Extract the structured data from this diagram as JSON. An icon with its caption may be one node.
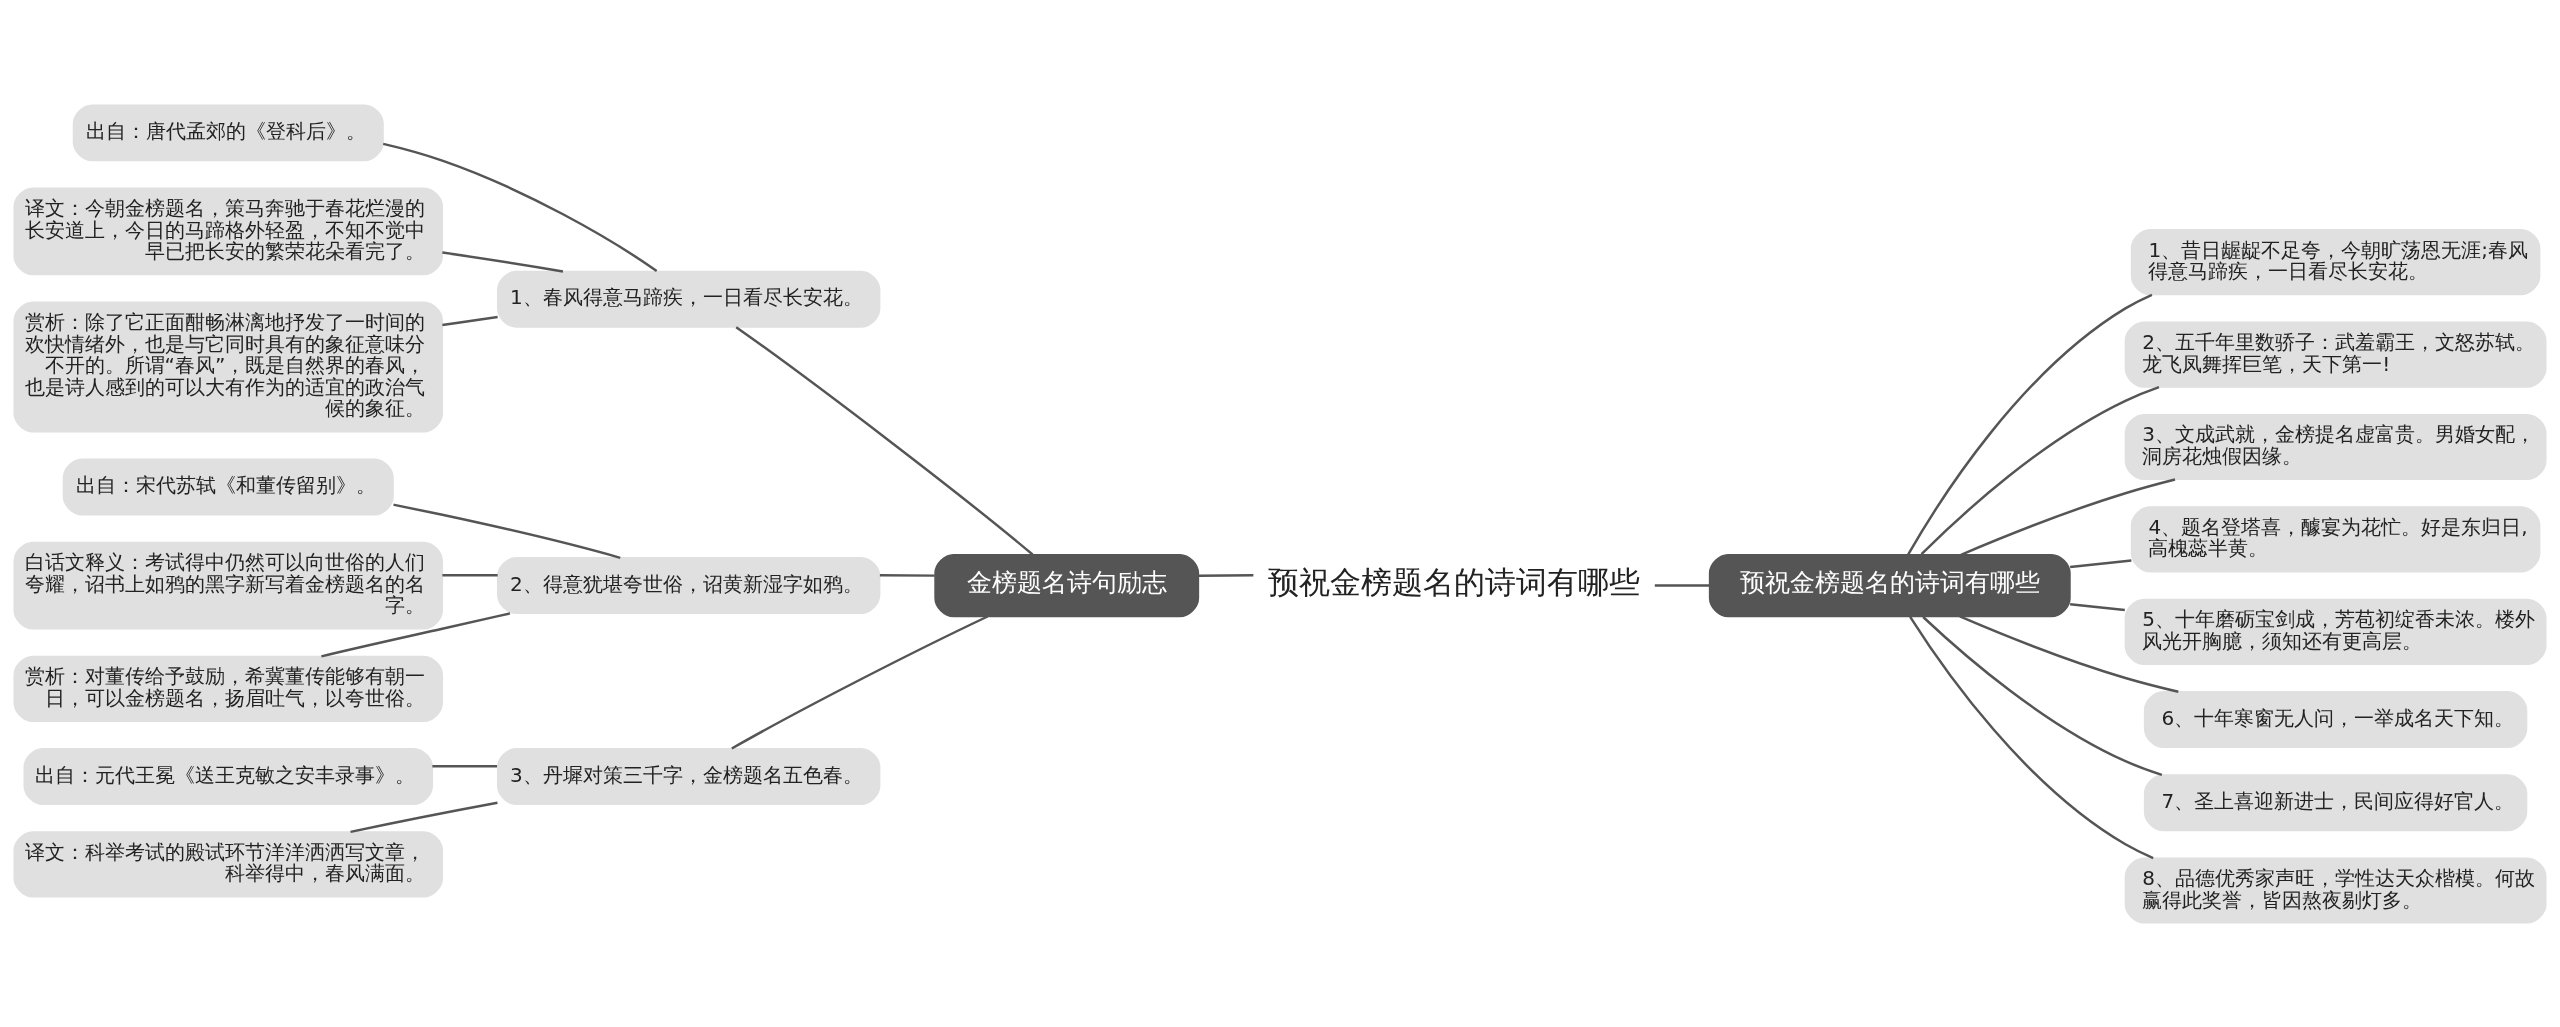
{
  "diagram": {
    "nodes": [
      {
        "text": [
          "预祝金榜题名的诗词有哪些"
        ]
      },
      {
        "text": [
          "金榜题名诗句励志"
        ]
      },
      {
        "text": [
          "1、春风得意马蹄疾，一日看尽长安花。"
        ]
      },
      {
        "text": [
          "出自：唐代孟郊的《登科后》。"
        ]
      },
      {
        "text": [
          "译文：今朝金榜题名，策马奔驰于春花烂漫的长安道上，今日的马蹄格外轻盈，不知不觉中早已把长安的繁荣花朵看完了。"
        ]
      },
      {
        "text": [
          "赏析：除了它正面酣畅淋漓地抒发了一时间的欢快情绪外，也是与它同时具有的象征意味分不开的。所谓“春风”，既是自然界的春风，也是诗人感到的可以大有作为的适宜的政治气候的象征。"
        ]
      },
      {
        "text": [
          "2、得意犹堪夸世俗，诏黄新湿字如鸦。"
        ]
      },
      {
        "text": [
          "出自：宋代苏轼《和董传留别》。"
        ]
      },
      {
        "text": [
          "白话文释义：考试得中仍然可以向世俗的人们夸耀，诏书上如鸦的黑字新写着金榜题名的名字。"
        ]
      },
      {
        "text": [
          "赏析：对董传给予鼓励，希冀董传能够有朝一日，可以金榜题名，扬眉吐气，以夸世俗。"
        ]
      },
      {
        "text": [
          "3、丹墀对策三千字，金榜题名五色春。"
        ]
      },
      {
        "text": [
          "出自：元代王冕《送王克敏之安丰录事》。"
        ]
      },
      {
        "text": [
          "译文：科举考试的殿试环节洋洋洒洒写文章，科举得中，春风满面。"
        ]
      },
      {
        "text": [
          "预祝金榜题名的诗词有哪些"
        ]
      },
      {
        "text": [
          "1、昔日龌龊不足夸，今朝旷荡恩无涯;春风得意马蹄疾，一日看尽长安花。"
        ]
      },
      {
        "text": [
          "2、五千年里数骄子：武羞霸王，文怒苏轼。龙飞凤舞挥巨笔，天下第一!"
        ]
      },
      {
        "text": [
          "3、文成武就，金榜提名虚富贵。男婚女配，洞房花烛假因缘。"
        ]
      },
      {
        "text": [
          "4、题名登塔喜，醵宴为花忙。好是东归日,高槐蕊半黄。"
        ]
      },
      {
        "text": [
          "5、十年磨砺宝剑成，芳苞初绽香未浓。楼外风光开胸臆，须知还有更高层。"
        ]
      },
      {
        "text": [
          "6、十年寒窗无人问，一举成名天下知。"
        ]
      },
      {
        "text": [
          "7、圣上喜迎新进士，民间应得好官人。"
        ]
      },
      {
        "text": [
          "8、品德优秀家声旺，学性达天众楷模。何故赢得此奖誉，皆因熬夜剔灯多。"
        ]
      }
    ],
    "edges": [
      {
        "from": 0,
        "to": 1,
        "arrow": "none"
      },
      {
        "from": 1,
        "to": 2,
        "arrow": "none"
      },
      {
        "from": 2,
        "to": 3,
        "arrow": "none"
      },
      {
        "from": 2,
        "to": 4,
        "arrow": "none"
      },
      {
        "from": 2,
        "to": 5,
        "arrow": "none"
      },
      {
        "from": 1,
        "to": 6,
        "arrow": "none"
      },
      {
        "from": 6,
        "to": 7,
        "arrow": "none"
      },
      {
        "from": 6,
        "to": 8,
        "arrow": "none"
      },
      {
        "from": 6,
        "to": 9,
        "arrow": "none"
      },
      {
        "from": 1,
        "to": 10,
        "arrow": "none"
      },
      {
        "from": 10,
        "to": 11,
        "arrow": "none"
      },
      {
        "from": 10,
        "to": 12,
        "arrow": "none"
      },
      {
        "from": 0,
        "to": 13,
        "arrow": "none"
      },
      {
        "from": 13,
        "to": 14,
        "arrow": "none"
      },
      {
        "from": 13,
        "to": 15,
        "arrow": "none"
      },
      {
        "from": 13,
        "to": 16,
        "arrow": "none"
      },
      {
        "from": 13,
        "to": 17,
        "arrow": "none"
      },
      {
        "from": 13,
        "to": 18,
        "arrow": "none"
      },
      {
        "from": 13,
        "to": 19,
        "arrow": "none"
      },
      {
        "from": 13,
        "to": 20,
        "arrow": "none"
      },
      {
        "from": 13,
        "to": 21,
        "arrow": "none"
      }
    ]
  }
}
